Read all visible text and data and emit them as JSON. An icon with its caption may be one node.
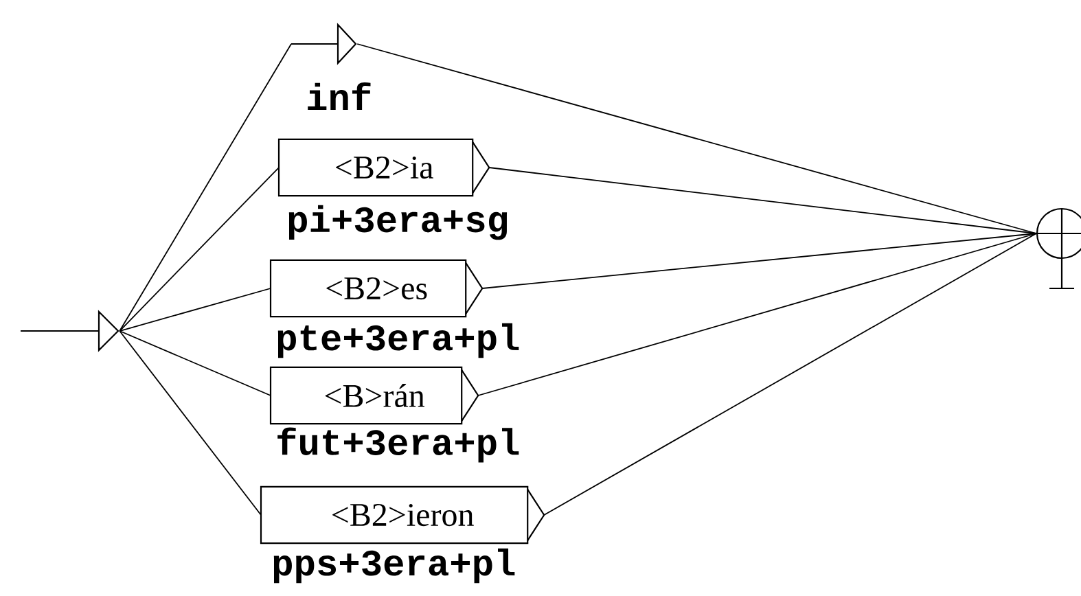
{
  "diagram": {
    "nodes": [
      {
        "text": [],
        "shape": "triangle"
      },
      {
        "text": [],
        "shape": "triangle",
        "beside": [
          "inf"
        ]
      },
      {
        "text": [
          "<B2>ia"
        ],
        "beside": [
          "pi+3era+sg"
        ]
      },
      {
        "text": [
          "<B2>es"
        ],
        "beside": [
          "pte+3era+pl"
        ]
      },
      {
        "text": [
          "<B>rán"
        ],
        "beside": [
          "fut+3era+pl"
        ]
      },
      {
        "text": [
          "<B2>ieron"
        ],
        "beside": [
          "pps+3era+pl"
        ]
      },
      {
        "text": [],
        "shape": "circle"
      }
    ],
    "edges": [
      {
        "from": 0,
        "to": 1,
        "arrow": "none"
      },
      {
        "from": 0,
        "to": 2,
        "arrow": "none"
      },
      {
        "from": 0,
        "to": 3,
        "arrow": "none"
      },
      {
        "from": 0,
        "to": 4,
        "arrow": "none"
      },
      {
        "from": 0,
        "to": 5,
        "arrow": "none"
      },
      {
        "from": 1,
        "to": 6,
        "arrow": "none"
      },
      {
        "from": 2,
        "to": 6,
        "arrow": "none"
      },
      {
        "from": 3,
        "to": 6,
        "arrow": "none"
      },
      {
        "from": 4,
        "to": 6,
        "arrow": "none"
      },
      {
        "from": 5,
        "to": 6,
        "arrow": "none"
      }
    ]
  }
}
